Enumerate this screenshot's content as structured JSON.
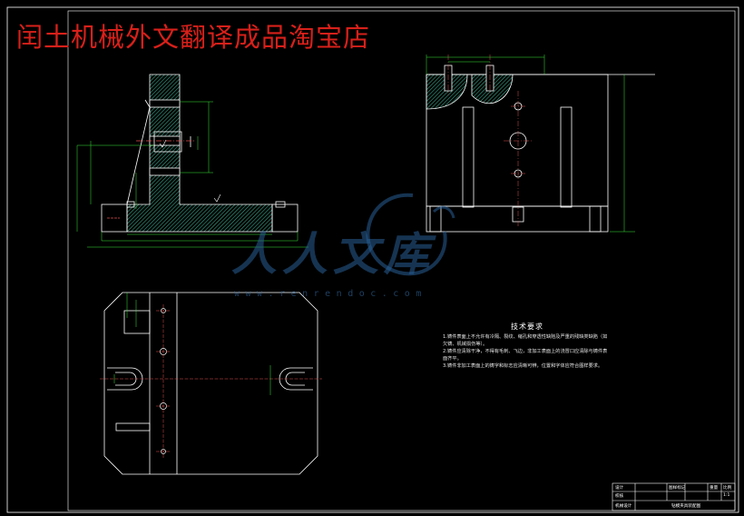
{
  "banner": "闰土机械外文翻译成品淘宝店",
  "watermark": {
    "brand": "人人文库",
    "url": "www.renrendoc.com"
  },
  "tech_requirements": {
    "title": "技术要求",
    "items": [
      "1.铸件表面上不允许有冷隔、裂纹、缩孔和穿透性缺陷及严重的残缺类缺陷（如欠铸、机械损伤等）。",
      "2.铸件应清除干净，不得有毛刺、飞边，非加工表面上的浇冒口应清除与铸件表面齐平。",
      "3.铸件非加工表面上的铸字和标志应清晰可辨，位置和字体应符合图样要求。"
    ]
  },
  "title_block": {
    "drawing_name": "钻模夹具装配图",
    "rows": [
      {
        "c1": "设计",
        "c2": "",
        "c3": "图样标记",
        "c4": "重量",
        "c5": "比例"
      },
      {
        "c1": "校核",
        "c2": "",
        "c3": "",
        "c4": "",
        "c5": "1:1"
      }
    ],
    "school": "机械设计"
  },
  "colors": {
    "background": "#000000",
    "outline": "#ffffff",
    "dimension": "#39e639",
    "hatch": "#3aa88a",
    "title_text": "#d8201a"
  }
}
